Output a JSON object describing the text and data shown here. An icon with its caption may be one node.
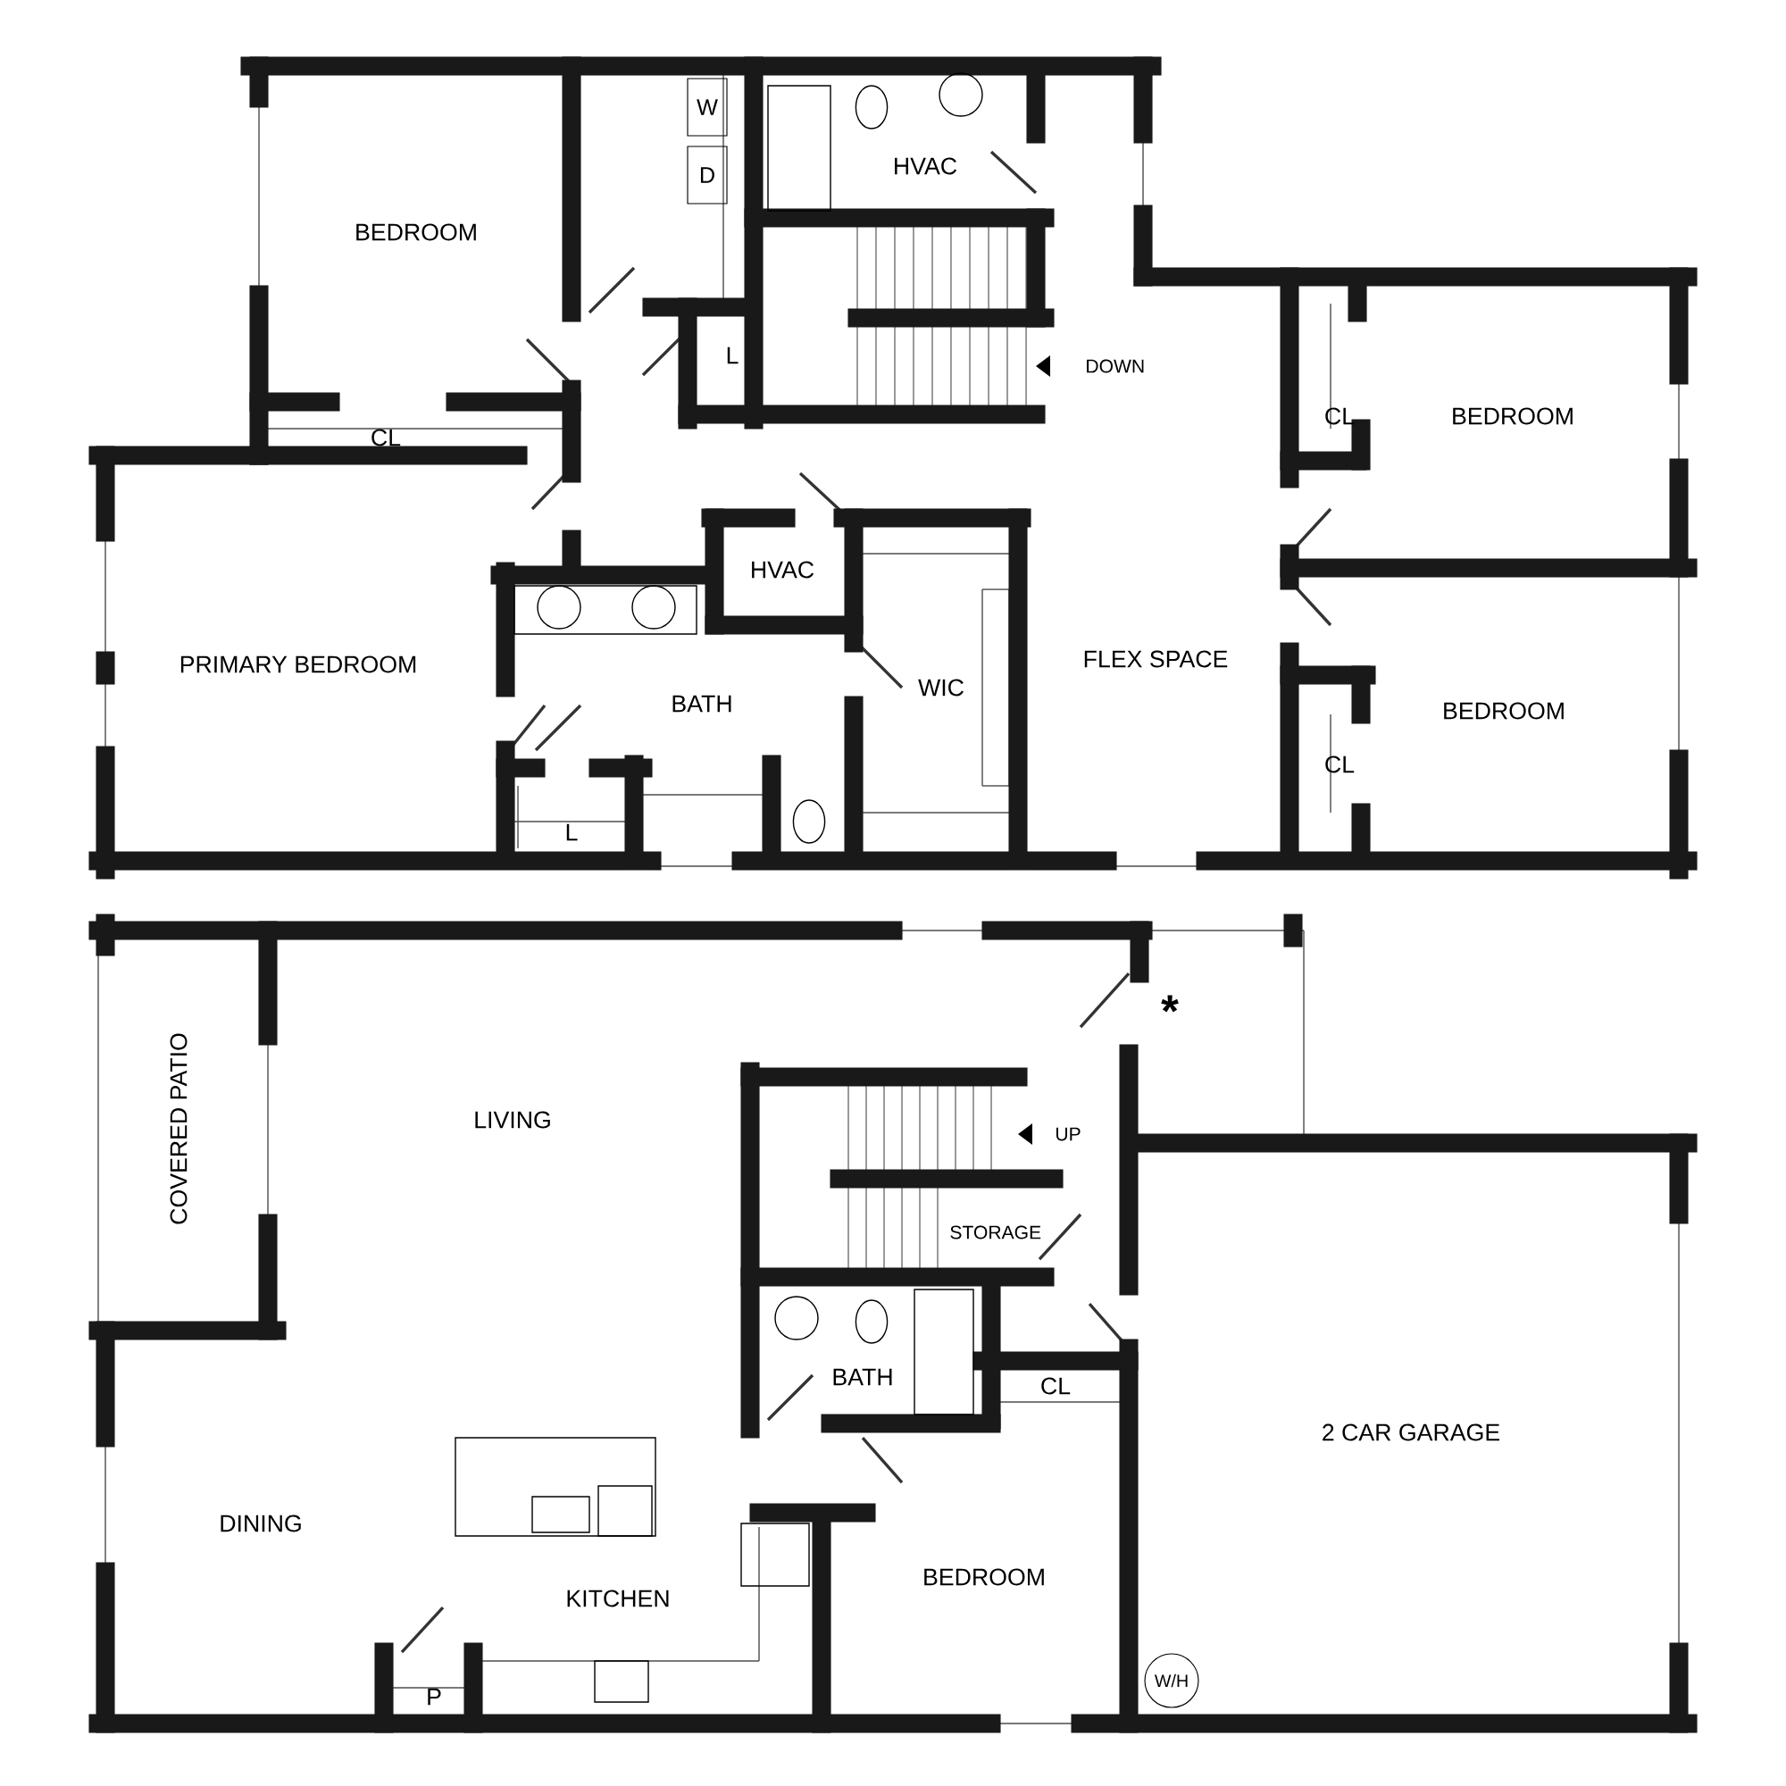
{
  "diagram": {
    "nodes": [
      {
        "text": [
          "W"
        ]
      },
      {
        "text": [
          "D"
        ]
      },
      {
        "text": [
          "W/H"
        ]
      }
    ],
    "labels": [
      "BEDROOM",
      "HVAC",
      "L",
      "DOWN",
      "CL",
      "BEDROOM",
      "CL",
      "HVAC",
      "PRIMARY BEDROOM",
      "FLEX SPACE",
      "BATH",
      "WIC",
      "BEDROOM",
      "CL",
      "L",
      "*",
      "COVERED PATIO",
      "LIVING",
      "UP",
      "STORAGE",
      "BATH",
      "CL",
      "2 CAR GARAGE",
      "DINING",
      "BEDROOM",
      "KITCHEN",
      "P"
    ]
  }
}
